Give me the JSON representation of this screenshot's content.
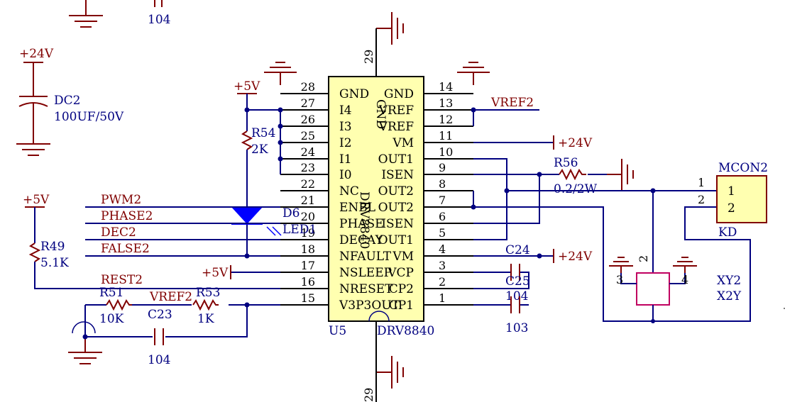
{
  "colors": {
    "wire": "#000080",
    "symbol": "#800000",
    "ic_fill": "#ffffb0",
    "conn_fill": "#ffffb0",
    "highlight": "#0000ff",
    "text_dark": "#000000",
    "net_label": "#800000",
    "designator": "#000080",
    "pot_outline": "#c00060"
  },
  "icons": [
    "ground-icon",
    "power-port-icon",
    "resistor-icon",
    "capacitor-icon",
    "led-icon",
    "junction-dot"
  ],
  "ic": {
    "designator": "U5",
    "part": "DRV8840",
    "mirror_text": "DRV8840",
    "gnd_vertical": "GND",
    "top_pin": "29",
    "bottom_pin": "29",
    "left_pins": [
      {
        "num": "28",
        "name": "GND"
      },
      {
        "num": "27",
        "name": "I4"
      },
      {
        "num": "26",
        "name": "I3"
      },
      {
        "num": "25",
        "name": "I2"
      },
      {
        "num": "24",
        "name": "I1"
      },
      {
        "num": "23",
        "name": "I0"
      },
      {
        "num": "22",
        "name": "NC"
      },
      {
        "num": "21",
        "name": "ENBL"
      },
      {
        "num": "20",
        "name": "PHASE"
      },
      {
        "num": "19",
        "name": "DECAY"
      },
      {
        "num": "18",
        "name": "NFAULT"
      },
      {
        "num": "17",
        "name": "NSLEEP"
      },
      {
        "num": "16",
        "name": "NRESET"
      },
      {
        "num": "15",
        "name": "V3P3OUT"
      }
    ],
    "right_pins": [
      {
        "num": "14",
        "name": "GND"
      },
      {
        "num": "13",
        "name": "VREF"
      },
      {
        "num": "12",
        "name": "VREF"
      },
      {
        "num": "11",
        "name": "VM"
      },
      {
        "num": "10",
        "name": "OUT1"
      },
      {
        "num": "9",
        "name": "ISEN"
      },
      {
        "num": "8",
        "name": "OUT2"
      },
      {
        "num": "7",
        "name": "OUT2"
      },
      {
        "num": "6",
        "name": "ISEN"
      },
      {
        "num": "5",
        "name": "OUT1"
      },
      {
        "num": "4",
        "name": "VM"
      },
      {
        "num": "3",
        "name": "VCP"
      },
      {
        "num": "2",
        "name": "CP2"
      },
      {
        "num": "1",
        "name": "CP1"
      }
    ]
  },
  "nets": {
    "p24_top": "+24V",
    "p5_r54": "+5V",
    "p5_r49": "+5V",
    "p5_nsleep": "+5V",
    "vref2_right": "VREF2",
    "vref2_left": "VREF2",
    "p24_vm11": "+24V",
    "p24_vm4": "+24V",
    "pwm2": "PWM2",
    "phase2": "PHASE2",
    "dec2": "DEC2",
    "false2": "FALSE2",
    "rest2": "REST2"
  },
  "parts": {
    "dc2": {
      "des": "DC2",
      "value": "100UF/50V"
    },
    "r54": {
      "des": "R54",
      "value": "2K"
    },
    "r49": {
      "des": "R49",
      "value": "5.1K"
    },
    "r51": {
      "des": "R51",
      "value": "10K"
    },
    "r53": {
      "des": "R53",
      "value": "1K"
    },
    "c23": {
      "des": "C23",
      "value": "104"
    },
    "c_top": {
      "value": "104"
    },
    "r56": {
      "des": "R56",
      "value": "0.2/2W"
    },
    "c24": {
      "des": "C24",
      "value": "104"
    },
    "c25": {
      "des": "C25",
      "value": "103"
    },
    "d6": {
      "des": "D6",
      "value": "LED1"
    },
    "mcon2": {
      "des": "MCON2",
      "pin1": "1",
      "pin2": "2",
      "wire1": "1",
      "wire2": "2",
      "label": "KD"
    },
    "xy2": {
      "des": "XY2",
      "value": "X2Y",
      "pin2": "2",
      "pin3": "3",
      "pin4": "4"
    }
  }
}
